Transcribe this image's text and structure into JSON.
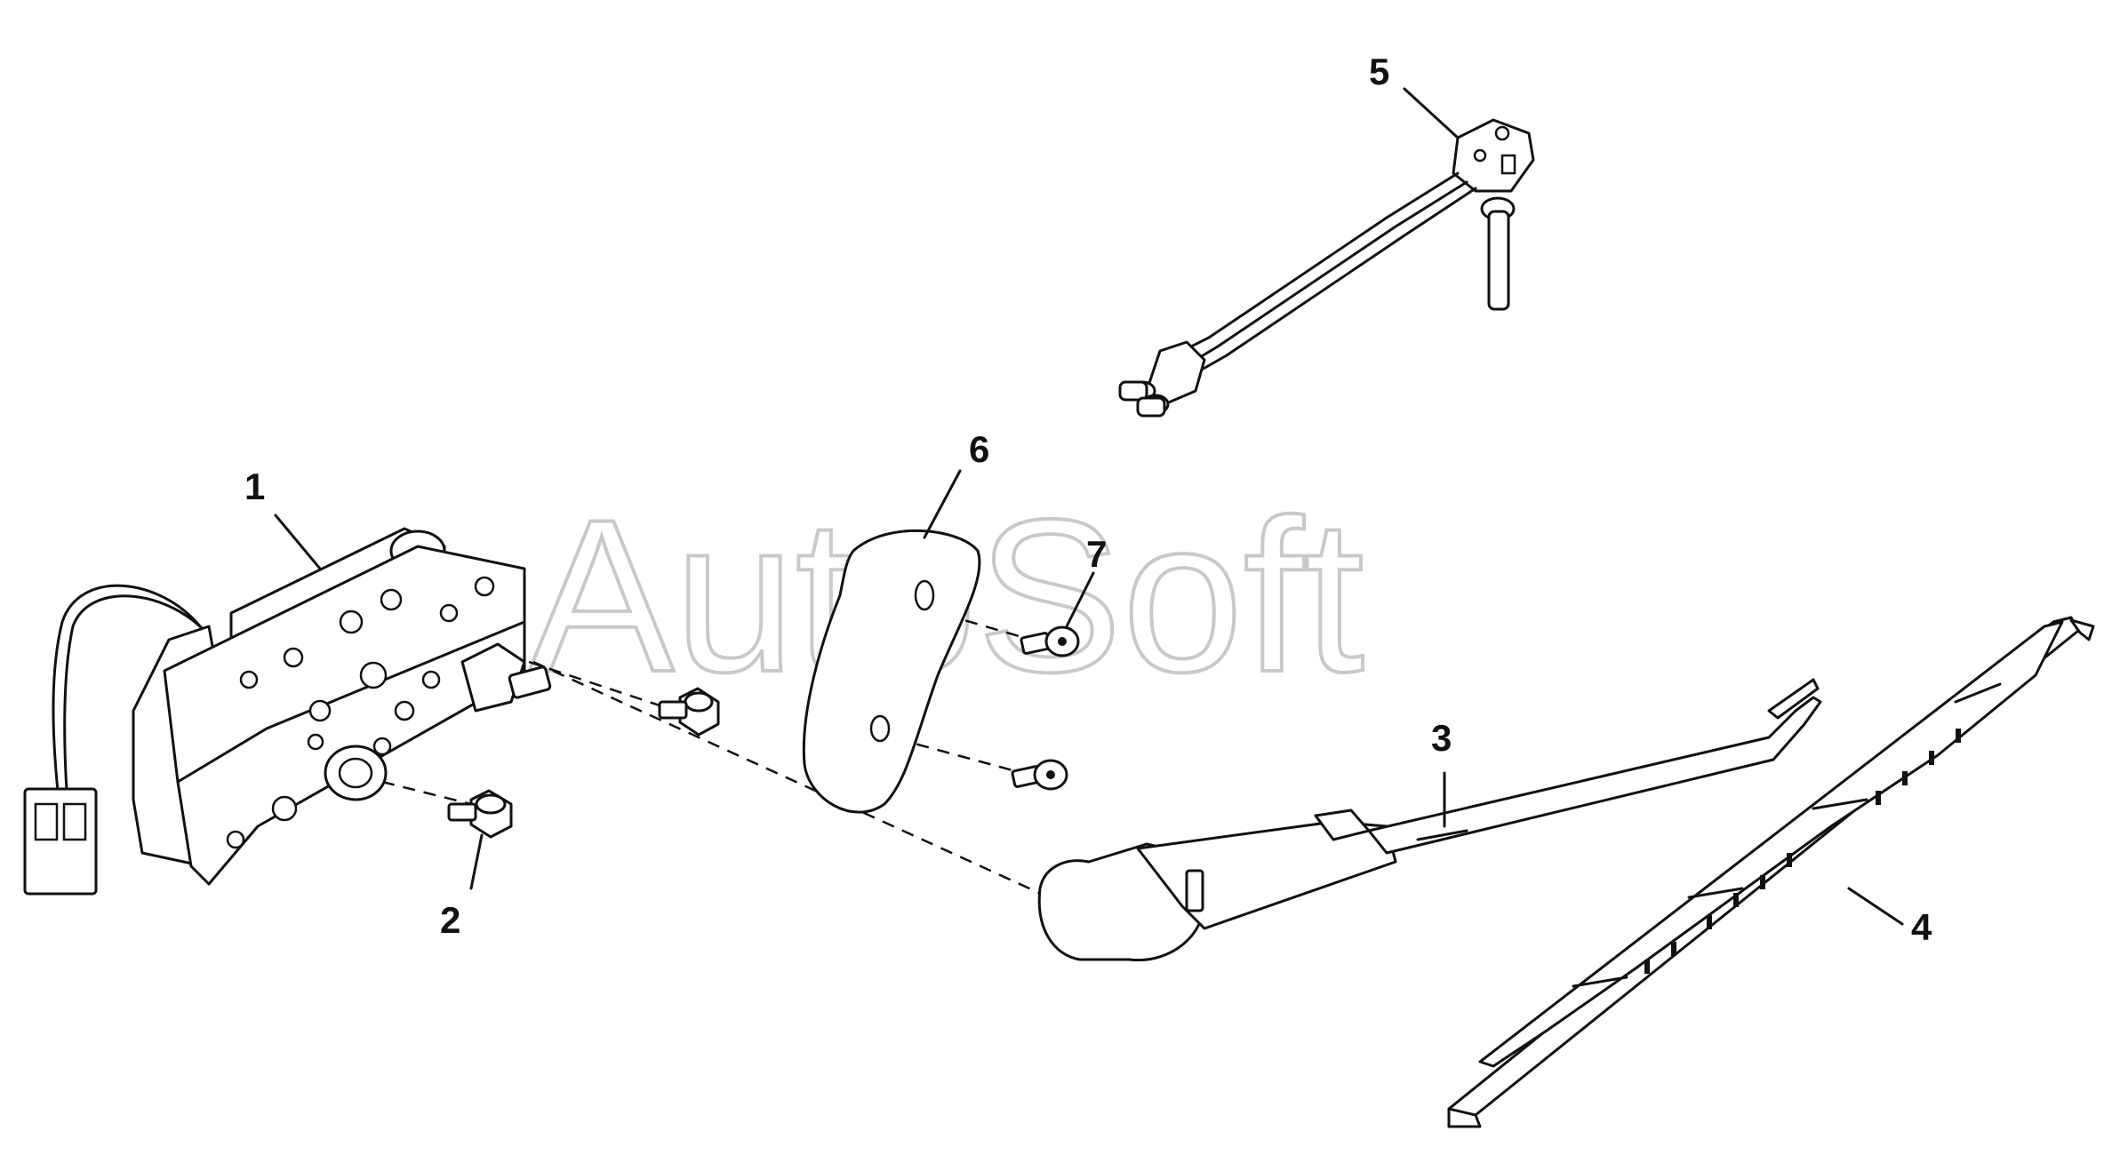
{
  "watermark": "AutoSoft",
  "callouts": [
    {
      "id": "1",
      "label": "1"
    },
    {
      "id": "2",
      "label": "2"
    },
    {
      "id": "3",
      "label": "3"
    },
    {
      "id": "4",
      "label": "4"
    },
    {
      "id": "5",
      "label": "5"
    },
    {
      "id": "6",
      "label": "6"
    },
    {
      "id": "7",
      "label": "7"
    }
  ],
  "colors": {
    "ink": "#111111",
    "watermark": "#c9c9c9",
    "background": "#ffffff"
  }
}
